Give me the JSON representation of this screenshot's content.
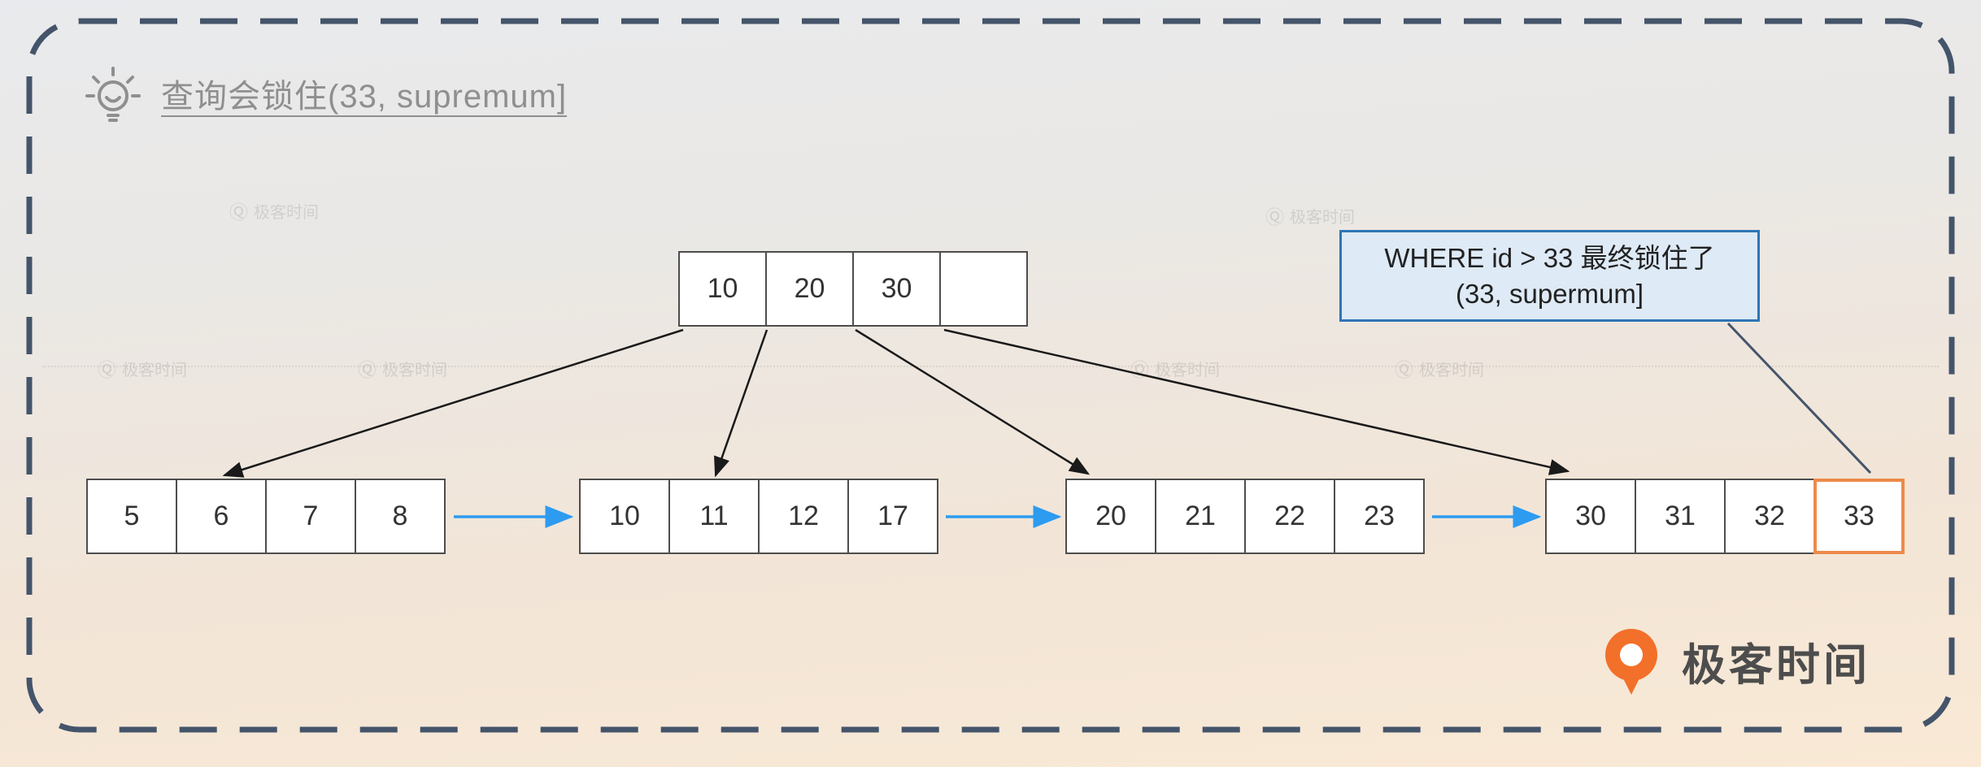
{
  "header": {
    "title": "查询会锁住(33, supremum]"
  },
  "callout": {
    "line1": "WHERE id > 33 最终锁住了",
    "line2": "(33, supermum]"
  },
  "tree": {
    "root": {
      "cells": [
        "10",
        "20",
        "30",
        ""
      ]
    },
    "leaves": [
      {
        "cells": [
          "5",
          "6",
          "7",
          "8"
        ]
      },
      {
        "cells": [
          "10",
          "11",
          "12",
          "17"
        ]
      },
      {
        "cells": [
          "20",
          "21",
          "22",
          "23"
        ]
      },
      {
        "cells": [
          "30",
          "31",
          "32",
          "33"
        ],
        "highlight_index": 3,
        "highlight_value": "33"
      }
    ]
  },
  "watermark": {
    "icon": "Ⓠ",
    "text": "极客时间"
  },
  "logo": {
    "text": "极客时间"
  },
  "colors": {
    "frame_dash": "#44546A",
    "callout_background": "#DEEAF6",
    "callout_border": "#2E75B5",
    "highlight_border": "#ED8A4B",
    "leaf_link_arrow": "#2D9BF0",
    "tree_arrow": "#1a1a1a",
    "cell_border": "#4d4d4d",
    "logo_orange": "#F3702A",
    "title_gray": "#8f8f8f"
  }
}
